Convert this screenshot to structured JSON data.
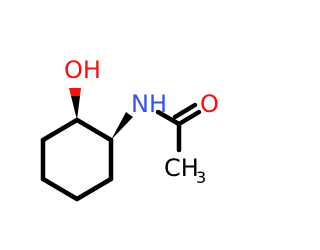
{
  "molecule": {
    "atoms": {
      "hydroxyl": "OH",
      "amide_nitrogen": "NH",
      "carbonyl_oxygen": "O",
      "methyl": "CH",
      "methyl_subscript": "3"
    },
    "colors": {
      "carbon": "#000000",
      "oxygen": "#ff0d0d",
      "nitrogen": "#3050f8"
    }
  }
}
